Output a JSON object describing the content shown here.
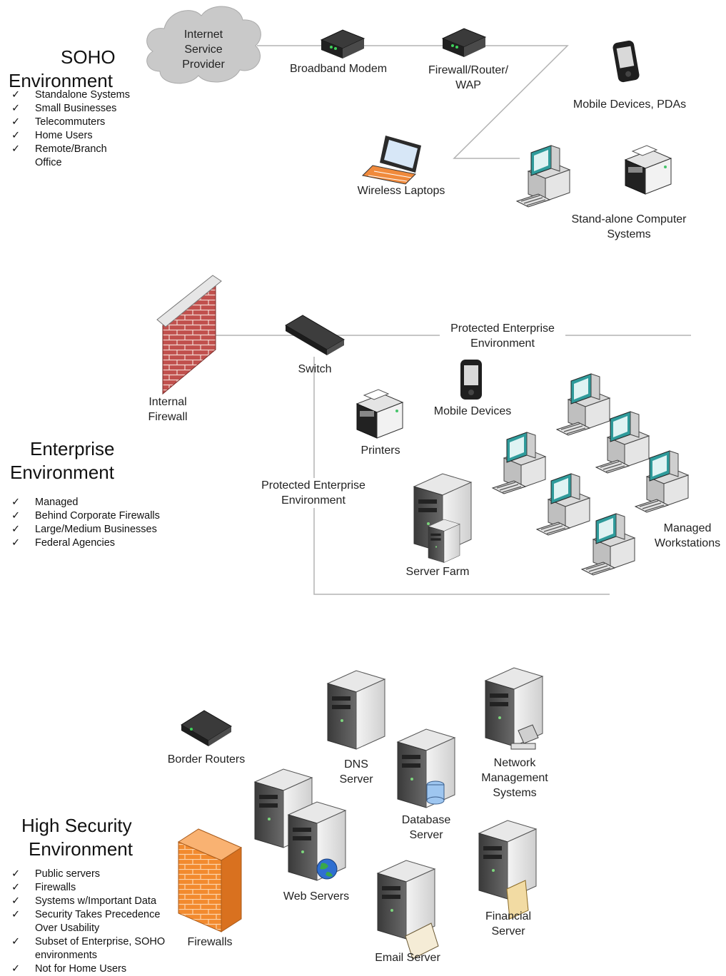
{
  "soho": {
    "title_line1": "SOHO",
    "title_line2": "Environment",
    "checklist": [
      "Standalone Systems",
      "Small Businesses",
      "Telecommuters",
      "Home Users",
      "Remote/Branch Office"
    ],
    "labels": {
      "isp": "Internet Service Provider",
      "modem": "Broadband Modem",
      "firewall_router": "Firewall/Router/ WAP",
      "mobile": "Mobile Devices, PDAs",
      "laptops": "Wireless Laptops",
      "computers": "Stand-alone Computer Systems"
    }
  },
  "enterprise": {
    "title_line1": "Enterprise",
    "title_line2": "Environment",
    "checklist": [
      "Managed",
      "Behind Corporate Firewalls",
      "Large/Medium Businesses",
      "Federal Agencies"
    ],
    "labels": {
      "internal_firewall": "Internal Firewall",
      "switch": "Switch",
      "protected_top": "Protected Enterprise Environment",
      "protected_mid": "Protected Enterprise Environment",
      "mobile": "Mobile Devices",
      "printers": "Printers",
      "server_farm": "Server Farm",
      "workstations": "Managed Workstations"
    }
  },
  "high_security": {
    "title_line1": "High Security",
    "title_line2": "Environment",
    "checklist": [
      "Public servers",
      "Firewalls",
      "Systems w/Important Data",
      "Security Takes Precedence Over Usability",
      "Subset of Enterprise, SOHO environments",
      "Not for Home Users"
    ],
    "labels": {
      "border_routers": "Border Routers",
      "dns": "DNS Server",
      "nms": "Network Management Systems",
      "database": "Database Server",
      "web": "Web Servers",
      "firewalls": "Firewalls",
      "email": "Email Server",
      "financial": "Financial Server"
    }
  },
  "check_mark": "✓",
  "colors": {
    "wall_brick": "#c0504d",
    "firewall_orange": "#f28a2e",
    "screen_teal": "#2fa3a3",
    "cloud_gray": "#c9c9c9",
    "line_gray": "#b3b3b3"
  }
}
